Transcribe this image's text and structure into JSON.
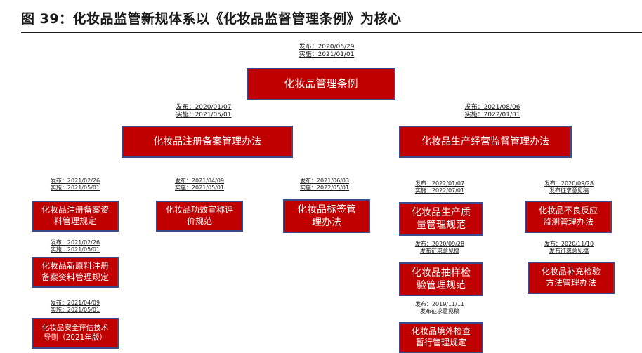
{
  "title": "图 39：化妆品监管新规体系以《化妆品监督管理条例》为核心",
  "nodes": {
    "regulation": {
      "label": "化妆品管理条例",
      "publish": "发布：2020/06/29",
      "effective": "实施：2021/01/01"
    },
    "registration": {
      "label": "化妆品注册备案管理办法",
      "publish": "发布：2020/01/07",
      "effective": "实施：2021/05/01"
    },
    "production": {
      "label": "化妆品生产经营监督管理办法",
      "publish": "发布：2021/08/06",
      "effective": "实施：2022/01/01"
    },
    "reg_docs": {
      "line1": "化妆品注册备案资",
      "line2": "料管理规定",
      "publish": "发布：2021/02/26",
      "effective": "实施：2021/05/01"
    },
    "new_material": {
      "line1": "化妆品新原料注册",
      "line2": "备案资料管理规定",
      "publish": "发布：2021/02/26",
      "effective": "实施：2021/05/01"
    },
    "safety": {
      "line1": "化妆品安全评估技术",
      "line2": "导则（2021年版）",
      "publish": "发布：2021/04/09",
      "effective": "实施：2021/05/01"
    },
    "efficacy": {
      "line1": "化妆品功效宣称评",
      "line2": "价规范",
      "publish": "发布：2021/04/09",
      "effective": "实施：2021/05/01"
    },
    "label": {
      "line1": "化妆品标签管",
      "line2": "理办法",
      "publish": "发布：2021/06/03",
      "effective": "实施：2022/05/01"
    },
    "quality": {
      "line1": "化妆品生产质",
      "line2": "量管理规范",
      "publish": "发布：2022/01/07",
      "effective": "实施：2022/07/01"
    },
    "sampling": {
      "line1": "化妆品抽样检",
      "line2": "验管理规范",
      "publish": "发布：2020/09/28",
      "status": "发布征求意见稿"
    },
    "overseas": {
      "line1": "化妆品境外检查",
      "line2": "暂行管理规定",
      "publish": "发布：2019/11/11",
      "status": "发布征求意见稿"
    },
    "adverse": {
      "line1": "化妆品不良反应",
      "line2": "监测管理办法",
      "publish": "发布：2020/09/28",
      "status": "发布征求意见稿"
    },
    "supplement": {
      "line1": "化妆品补充检验",
      "line2": "方法管理办法",
      "publish": "发布：2020/11/10",
      "status": "发布征求意见稿"
    }
  },
  "colors": {
    "box_fill": "#c00000",
    "box_border": "#3b4a8a",
    "title_text": "#1a1a1a"
  }
}
